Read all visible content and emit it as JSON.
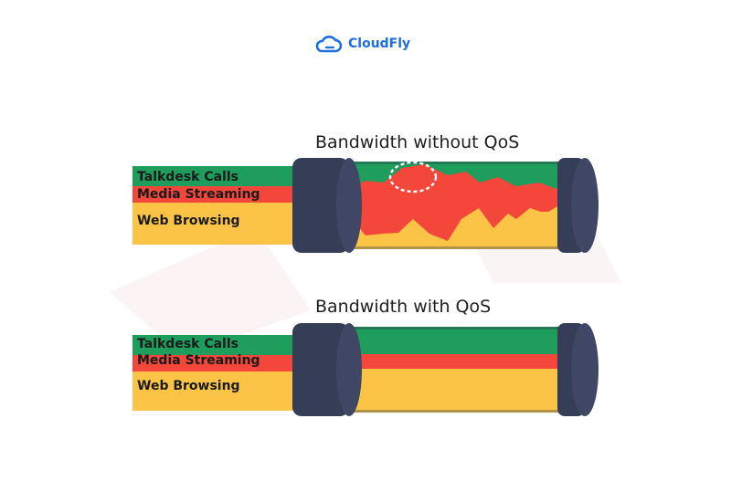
{
  "brand": {
    "name": "CloudFly",
    "icon": "cloud-icon",
    "color": "#1d6fe0"
  },
  "diagrams": [
    {
      "title": "Bandwidth without QoS",
      "lanes": {
        "calls": "Talkdesk Calls",
        "streaming": "Media Streaming",
        "browsing": "Web Browsing"
      }
    },
    {
      "title": "Bandwidth with QoS",
      "lanes": {
        "calls": "Talkdesk Calls",
        "streaming": "Media Streaming",
        "browsing": "Web Browsing"
      }
    }
  ],
  "colors": {
    "calls": "#1f9d5c",
    "streaming": "#f2473a",
    "browsing": "#fbc447",
    "pipe_ring": "#363d57",
    "highlight": "#ffffff"
  }
}
